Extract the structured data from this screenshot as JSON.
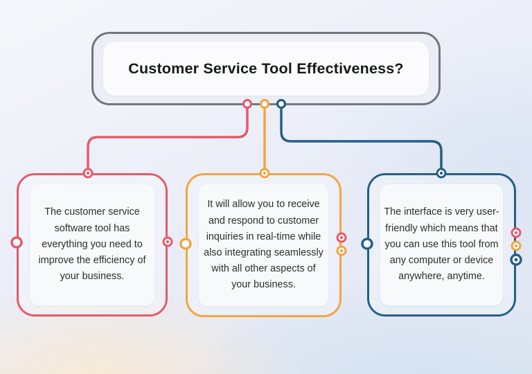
{
  "diagram": {
    "root": {
      "title": "Customer Service Tool Effectiveness?"
    },
    "branches": [
      {
        "id": "branch-1",
        "lines": [
          "The customer service",
          "software tool has",
          "everything you need to",
          "improve the efficiency of",
          "your business."
        ]
      },
      {
        "id": "branch-2",
        "lines": [
          "It will allow you to receive",
          "and respond to customer",
          "inquiries in real-time while",
          "also integrating seamlessly",
          "with all other aspects of",
          "your business."
        ]
      },
      {
        "id": "branch-3",
        "lines": [
          "The interface is very user-",
          "friendly which means that",
          "you can use this tool from",
          "any computer or device",
          "anywhere, anytime."
        ]
      }
    ],
    "colors": {
      "red": "#e7596a",
      "orange": "#f0a640",
      "blue": "#265e86",
      "root_border": "#71767f",
      "port_fill": "#ffffff"
    }
  }
}
